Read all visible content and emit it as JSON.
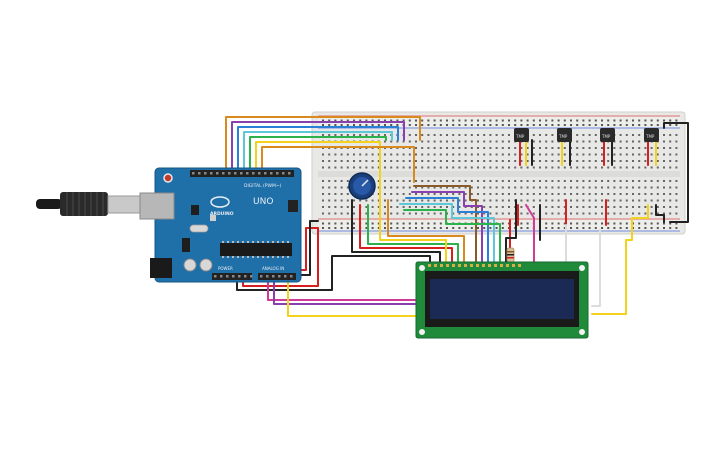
{
  "arduino": {
    "logo_text": "ARDUINO",
    "model": "UNO",
    "digital_label": "DIGITAL (PWM~)",
    "power_label": "POWER",
    "analog_label": "ANALOG IN"
  },
  "sensors": [
    {
      "label": "TMP"
    },
    {
      "label": "TMP"
    },
    {
      "label": "TMP"
    },
    {
      "label": "TMP"
    }
  ],
  "colors": {
    "board": "#1f6fa8",
    "breadboard": "#e8e8e6",
    "lcd_pcb": "#1f8a3a",
    "lcd_screen": "#1b2a55",
    "wire_red": "#d62020",
    "wire_black": "#222222",
    "wire_yellow": "#f2d21a",
    "wire_orange": "#d98a1e",
    "wire_green": "#2bb24c",
    "wire_blue": "#2a7fd6",
    "wire_cyan": "#5fc8d8",
    "wire_purple": "#8a3fb0",
    "wire_magenta": "#d23a9a",
    "wire_brown": "#8a5a2a",
    "wire_white": "#dcdcdc"
  }
}
